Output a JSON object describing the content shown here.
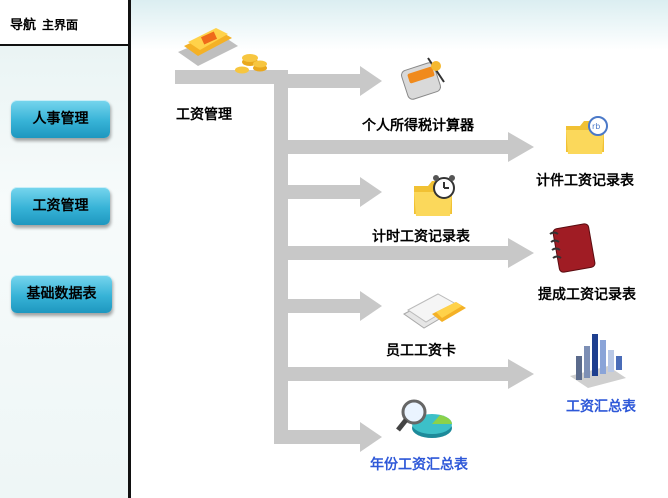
{
  "header": {
    "nav": "导航",
    "main_page": "主界面"
  },
  "sidebar": {
    "buttons": [
      "人事管理",
      "工资管理",
      "基础数据表"
    ]
  },
  "diagram": {
    "root": "工资管理",
    "items": [
      {
        "label": "个人所得税计算器",
        "icon": "calculator-icon"
      },
      {
        "label": "计件工资记录表",
        "icon": "folder-icon"
      },
      {
        "label": "计时工资记录表",
        "icon": "alarm-folder-icon"
      },
      {
        "label": "提成工资记录表",
        "icon": "notebook-icon"
      },
      {
        "label": "员工工资卡",
        "icon": "card-stack-icon"
      },
      {
        "label": "工资汇总表",
        "icon": "bar-chart-icon"
      },
      {
        "label": "年份工资汇总表",
        "icon": "magnifier-pie-icon"
      }
    ]
  },
  "colors": {
    "accent_blue": "#2e58d8",
    "button": "#37b3d7",
    "arrow": "#c8c8c8"
  }
}
